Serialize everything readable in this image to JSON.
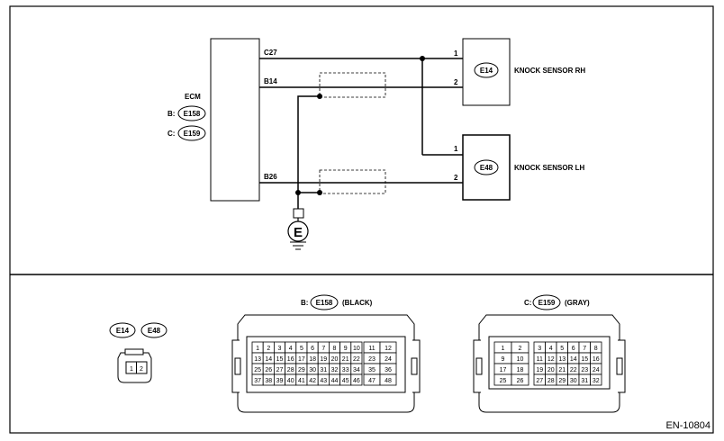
{
  "ecm": {
    "title": "ECM",
    "connector_b_prefix": "B:",
    "connector_b": "E158",
    "connector_c_prefix": "C:",
    "connector_c": "E159",
    "pin_c27": "C27",
    "pin_b14": "B14",
    "pin_b26": "B26"
  },
  "sensor_rh": {
    "connector": "E14",
    "name": "KNOCK SENSOR RH",
    "pin1": "1",
    "pin2": "2"
  },
  "sensor_lh": {
    "connector": "E48",
    "name": "KNOCK SENSOR LH",
    "pin1": "1",
    "pin2": "2"
  },
  "ground": {
    "symbol": "E"
  },
  "connectors": {
    "small": {
      "labels": [
        "E14",
        "E48"
      ],
      "pins": [
        "1",
        "2"
      ]
    },
    "e158": {
      "prefix": "B:",
      "id": "E158",
      "color": "(BLACK)",
      "left_rows": [
        [
          "1",
          "2",
          "3",
          "4",
          "5",
          "6",
          "7",
          "8",
          "9",
          "10"
        ],
        [
          "13",
          "14",
          "15",
          "16",
          "17",
          "18",
          "19",
          "20",
          "21",
          "22"
        ],
        [
          "25",
          "26",
          "27",
          "28",
          "29",
          "30",
          "31",
          "32",
          "33",
          "34"
        ],
        [
          "37",
          "38",
          "39",
          "40",
          "41",
          "42",
          "43",
          "44",
          "45",
          "46"
        ]
      ],
      "right_rows": [
        [
          "11",
          "12"
        ],
        [
          "23",
          "24"
        ],
        [
          "35",
          "36"
        ],
        [
          "47",
          "48"
        ]
      ]
    },
    "e159": {
      "prefix": "C:",
      "id": "E159",
      "color": "(GRAY)",
      "left_rows": [
        [
          "1",
          "2"
        ],
        [
          "9",
          "10"
        ],
        [
          "17",
          "18"
        ],
        [
          "25",
          "26"
        ]
      ],
      "right_rows": [
        [
          "3",
          "4",
          "5",
          "6",
          "7",
          "8"
        ],
        [
          "11",
          "12",
          "13",
          "14",
          "15",
          "16"
        ],
        [
          "19",
          "20",
          "21",
          "22",
          "23",
          "24"
        ],
        [
          "27",
          "28",
          "29",
          "30",
          "31",
          "32"
        ]
      ]
    }
  },
  "figure_id": "EN-10804"
}
